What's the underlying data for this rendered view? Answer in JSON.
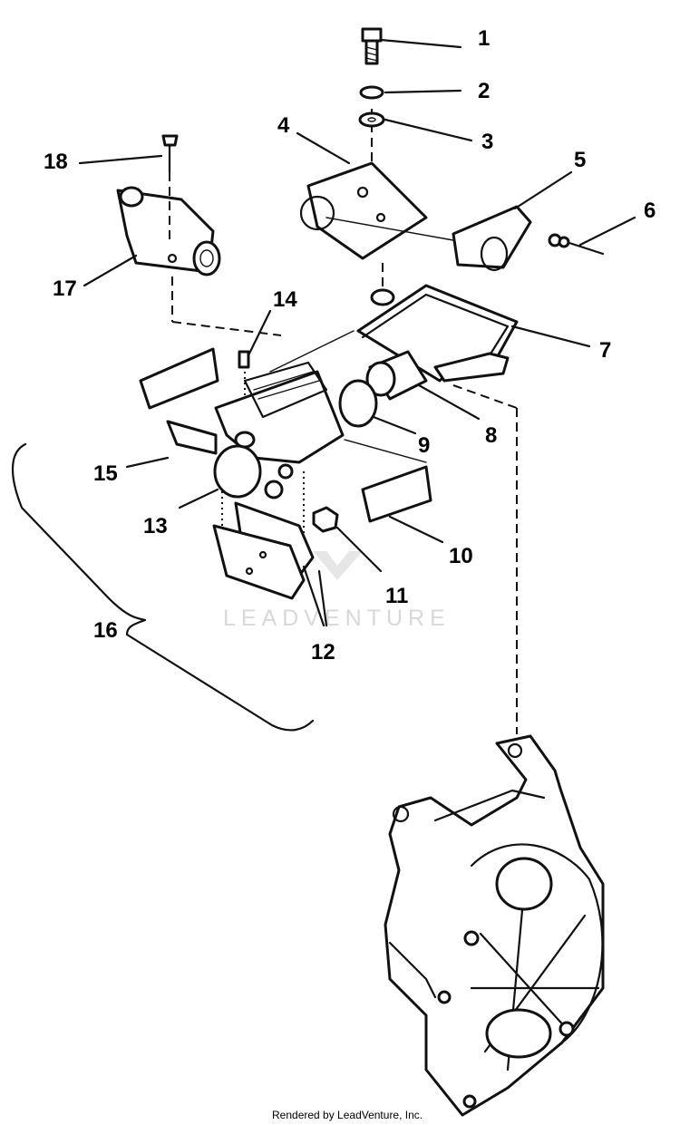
{
  "callouts": [
    "1",
    "2",
    "3",
    "4",
    "5",
    "6",
    "7",
    "8",
    "9",
    "10",
    "11",
    "12",
    "13",
    "14",
    "15",
    "16",
    "17",
    "18"
  ],
  "watermark": "LEADVENTURE",
  "footer": "Rendered by LeadVenture, Inc."
}
